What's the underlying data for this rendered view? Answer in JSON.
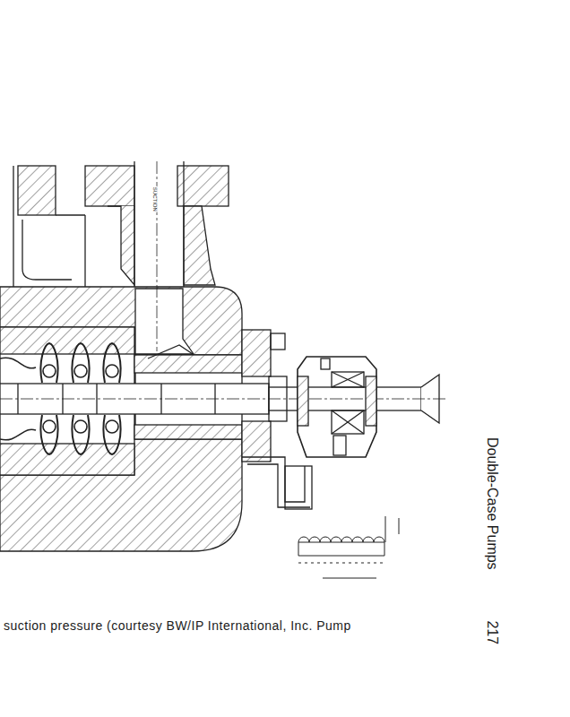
{
  "diagram": {
    "caption": "suction pressure (courtesy BW/IP International, Inc. Pump",
    "labels": [
      "SUCTION",
      "Double-Case Pumps",
      "217"
    ]
  }
}
